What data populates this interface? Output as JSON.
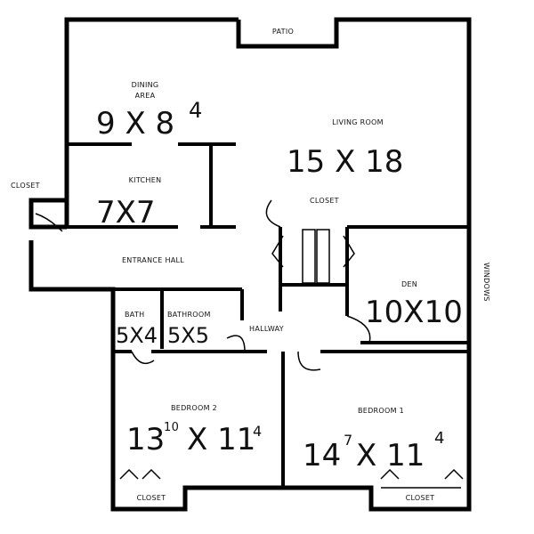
{
  "rooms": {
    "patio": {
      "label": "PATIO"
    },
    "dining": {
      "label_line1": "DINING",
      "label_line2": "AREA",
      "dim": "9 X 8",
      "dim_sup": "4"
    },
    "living": {
      "label": "LIVING ROOM",
      "dim": "15 X 18"
    },
    "closet_left": {
      "label": "CLOSET"
    },
    "kitchen": {
      "label": "KITCHEN",
      "dim": "7X7"
    },
    "closet_mid": {
      "label": "CLOSET"
    },
    "entrance": {
      "label": "ENTRANCE HALL"
    },
    "den": {
      "label": "DEN",
      "dim": "10X10"
    },
    "windows": {
      "label": "WINDOWS"
    },
    "bath": {
      "label": "BATH",
      "dim": "5X4"
    },
    "bathroom2": {
      "label": "BATHROOM",
      "dim": "5X5"
    },
    "hallway": {
      "label": "HALLWAY"
    },
    "bedroom2": {
      "label": "BEDROOM 2",
      "dim_a": "13",
      "dim_a_sup": "10",
      "dim_b": "X 11",
      "dim_b_sup": "4"
    },
    "bedroom1": {
      "label": "BEDROOM 1",
      "dim_a": "14",
      "dim_a_sup": "7",
      "dim_b": "X 11",
      "dim_b_sup": "4"
    },
    "closet_b2": {
      "label": "CLOSET"
    },
    "closet_b1": {
      "label": "CLOSET"
    }
  }
}
